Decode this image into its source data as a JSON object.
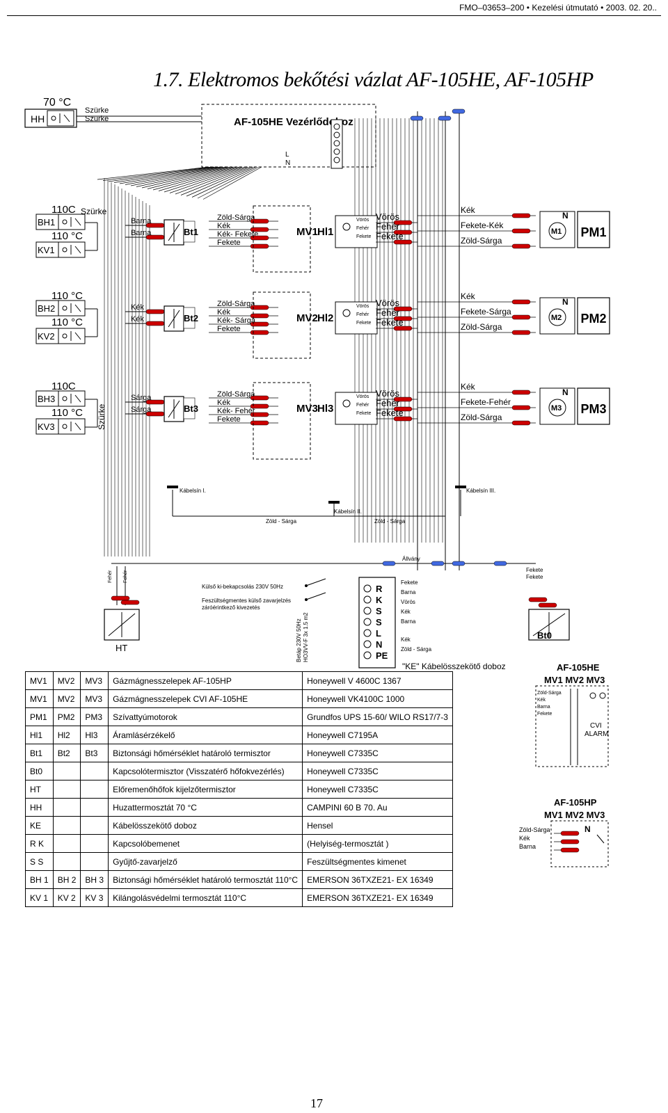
{
  "header": "FMO–03653–200 • Kezelési útmutató • 2003. 02. 20..",
  "title": "1.7. Elektromos bekőtési vázlat AF-105HE, AF-105HP",
  "hh": {
    "temp": "70 °C",
    "label": "HH",
    "wire1": "Szürke",
    "wire2": "Szürke"
  },
  "controller": {
    "label": "AF-105HE Vezérlődoboz",
    "l": "L",
    "n": "N"
  },
  "rows": [
    {
      "bh": "BH1",
      "kv": "KV1",
      "t1": "110C",
      "t2": "110 °C",
      "side": "Szürke",
      "w1": "Barna",
      "w2": "Barna",
      "bt": "Bt1",
      "mvw": [
        "Zöld-Sárga",
        "Kék",
        "Kék- Fekete",
        "Fekete"
      ],
      "mv": "MV1",
      "hl": "Hl1",
      "hls": [
        "Vörös",
        "Fehér",
        "Fekete"
      ],
      "hlw": [
        "Vörös",
        "Fehér",
        "Fekete"
      ],
      "pmw": [
        "Kék",
        "Fekete-Kék",
        "Zöld-Sárga"
      ],
      "m": "M1",
      "pm": "PM1",
      "n": "N"
    },
    {
      "bh": "BH2",
      "kv": "KV2",
      "t1": "110 °C",
      "t2": "110 °C",
      "side": "",
      "w1": "Kék",
      "w2": "Kék",
      "bt": "Bt2",
      "mvw": [
        "Zöld-Sárga",
        "Kék",
        "Kék- Sárga",
        "Fekete"
      ],
      "mv": "MV2",
      "hl": "Hl2",
      "hls": [
        "Vörös",
        "Fehér",
        "Fekete"
      ],
      "hlw": [
        "Vörös",
        "Fehér",
        "Fekete"
      ],
      "pmw": [
        "Kék",
        "Fekete-Sárga",
        "Zöld-Sárga"
      ],
      "m": "M2",
      "pm": "PM2",
      "n": "N"
    },
    {
      "bh": "BH3",
      "kv": "KV3",
      "t1": "110C",
      "t2": "110 °C",
      "side": "Szürke",
      "w1": "Sárga",
      "w2": "Sárga",
      "bt": "Bt3",
      "mvw": [
        "Zöld-Sárga",
        "Kék",
        "Kék- Fehér",
        "Fekete"
      ],
      "mv": "MV3",
      "hl": "Hl3",
      "hls": [
        "Vörös",
        "Fehér",
        "Fekete"
      ],
      "hlw": [
        "Vörös",
        "Fehér",
        "Fekete"
      ],
      "pmw": [
        "Kék",
        "Fekete-Fehér",
        "Zöld-Sárga"
      ],
      "m": "M3",
      "pm": "PM3",
      "n": "N"
    }
  ],
  "ground": {
    "k1": "Kábelsín I.",
    "k2": "Kábelsín II.",
    "k3": "Kábelsín III.",
    "zs1": "Zöld - Sárga",
    "zs2": "Zöld - Sárga"
  },
  "bottom": {
    "allvany": "Állvány",
    "ht": "HT",
    "feher1": "Fehér",
    "feher2": "Fehér",
    "kulso1": "Külső ki-bekapcsolás 230V 50Hz",
    "kulso2": "Feszültségmentes külső zavarjelzés",
    "kulso3": "záróérintkező kivezetés",
    "betap1": "Betáp 230V 50Hz",
    "betap2": "HO3VV-F 3x 1.5 m2",
    "ke_label": "\"KE\" Kábelösszekötő doboz",
    "ke_letters": [
      "R",
      "K",
      "S",
      "S",
      "L",
      "N",
      "PE"
    ],
    "ke_wires": [
      "Fekete",
      "Barna",
      "Vörös",
      "Kék",
      "Barna",
      "Kék",
      "Zöld - Sárga"
    ],
    "bt0": "Bt0",
    "bt0w1": "Fekete",
    "bt0w2": "Fekete"
  },
  "side_he": {
    "title": "AF-105HE",
    "mvs": "MV1   MV2   MV3",
    "wires": [
      "Zöld-Sárga",
      "Kék",
      "Barna",
      "Fekete"
    ],
    "alarm1": "CVI",
    "alarm2": "ALARM"
  },
  "side_hp": {
    "title": "AF-105HP",
    "mvs": "MV1   MV2   MV3",
    "wires": [
      "Zöld-Sárga",
      "Kék",
      "Barna"
    ],
    "n": "N"
  },
  "legend": [
    [
      "MV1",
      "MV2",
      "MV3",
      "Gázmágnesszelepek AF-105HP",
      "Honeywell V 4600C 1367"
    ],
    [
      "MV1",
      "MV2",
      "MV3",
      "Gázmágnesszelepek CVI AF-105HE",
      "Honeywell VK4100C 1000"
    ],
    [
      "PM1",
      "PM2",
      "PM3",
      "Szívattyúmotorok",
      "Grundfos UPS 15-60/ WILO RS17/7-3"
    ],
    [
      "Hl1",
      "Hl2",
      "Hl3",
      "Áramlásérzékelő",
      "Honeywell C7195A"
    ],
    [
      "Bt1",
      "Bt2",
      "Bt3",
      "Biztonsági hőmérséklet határoló termisztor",
      "Honeywell C7335C"
    ],
    [
      "Bt0",
      "",
      "",
      "Kapcsolótermisztor (Visszatérő hőfokvezérlés)",
      "Honeywell C7335C"
    ],
    [
      "HT",
      "",
      "",
      "Előremenőhőfok kijelzőtermisztor",
      "Honeywell C7335C"
    ],
    [
      "HH",
      "",
      "",
      "Huzattermosztát 70 °C",
      "CAMPINI 60 B 70. Au"
    ],
    [
      "KE",
      "",
      "",
      "Kábelösszekötő doboz",
      "Hensel"
    ],
    [
      "R K",
      "",
      "",
      "Kapcsolóbemenet",
      "(Helyiség-termosztát )"
    ],
    [
      "S S",
      "",
      "",
      "Gyűjtő-zavarjelző",
      "Feszültségmentes kimenet"
    ],
    [
      "BH 1",
      "BH 2",
      "BH 3",
      "Biztonsági hőmérséklet határoló termosztát 110°C",
      "EMERSON 36TXZE21- EX 16349"
    ],
    [
      "KV 1",
      "KV 2",
      "KV 3",
      "Kilángolásvédelmi termosztát 110°C",
      "EMERSON 36TXZE21- EX 16349"
    ]
  ],
  "page": "17"
}
